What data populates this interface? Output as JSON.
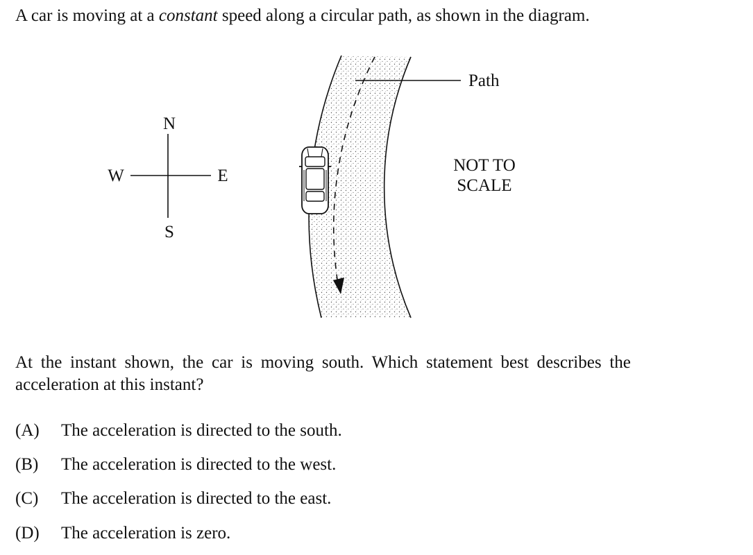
{
  "question": {
    "intro_before": "A car is moving at a ",
    "intro_emphasis": "constant",
    "intro_after": " speed along a circular path, as shown in the diagram.",
    "prompt_line1": "At the instant shown, the car is moving south. Which statement best describes the",
    "prompt_line2": "acceleration at this instant?"
  },
  "diagram": {
    "compass": {
      "north": "N",
      "south": "S",
      "east": "E",
      "west": "W"
    },
    "path_label": "Path",
    "scale_note_line1": "NOT TO",
    "scale_note_line2": "SCALE"
  },
  "choices": [
    {
      "letter": "(A)",
      "text": "The acceleration is directed to the south."
    },
    {
      "letter": "(B)",
      "text": "The acceleration is directed to the west."
    },
    {
      "letter": "(C)",
      "text": "The acceleration is directed to the east."
    },
    {
      "letter": "(D)",
      "text": "The acceleration is zero."
    }
  ]
}
